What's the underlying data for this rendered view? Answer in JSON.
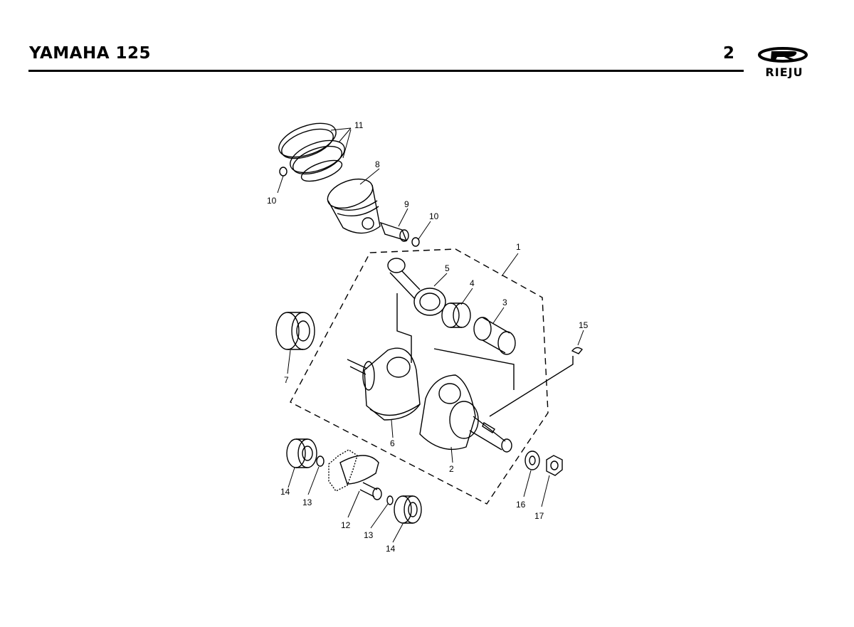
{
  "header": {
    "title": "YAMAHA 125",
    "page_number": "2",
    "brand": "RIEJU"
  },
  "callouts": {
    "c1": "1",
    "c2": "2",
    "c3": "3",
    "c4": "4",
    "c5": "5",
    "c6": "6",
    "c7": "7",
    "c8": "8",
    "c9": "9",
    "c10a": "10",
    "c10b": "10",
    "c11": "11",
    "c12": "12",
    "c13a": "13",
    "c13b": "13",
    "c14a": "14",
    "c14b": "14",
    "c15": "15",
    "c16": "16",
    "c17": "17"
  }
}
